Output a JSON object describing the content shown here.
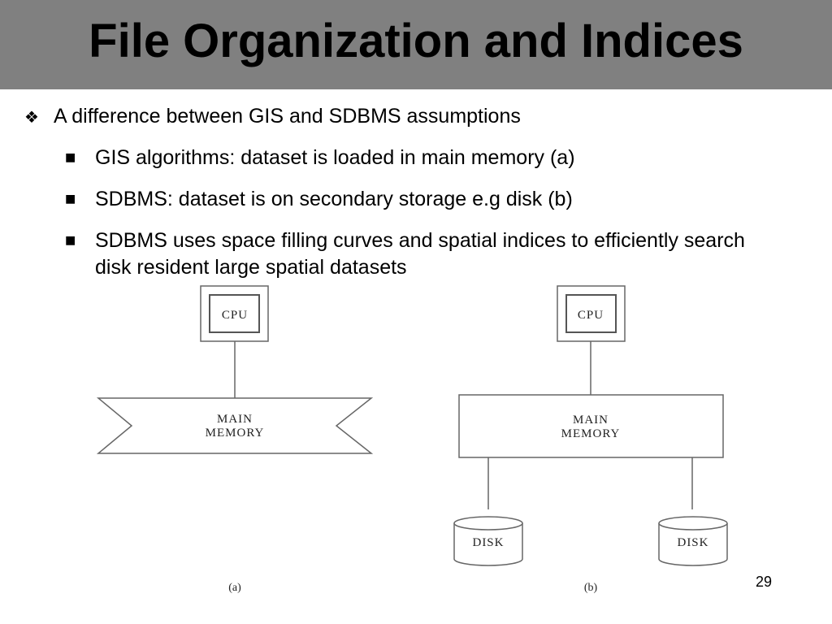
{
  "slide": {
    "title": "File Organization and Indices",
    "page_number": "29"
  },
  "bullets": {
    "main": "A difference between GIS and SDBMS assumptions",
    "sub": [
      "GIS algorithms: dataset is loaded in main memory (a)",
      "SDBMS: dataset is on secondary storage e.g disk (b)",
      "SDBMS uses space filling curves and spatial indices to efficiently search disk resident large spatial datasets"
    ]
  },
  "diagram_a": {
    "cpu": "CPU",
    "memory_line1": "MAIN",
    "memory_line2": "MEMORY",
    "caption": "(a)"
  },
  "diagram_b": {
    "cpu": "CPU",
    "memory_line1": "MAIN",
    "memory_line2": "MEMORY",
    "disk_left": "DISK",
    "disk_right": "DISK",
    "caption": "(b)"
  },
  "colors": {
    "title_bar": "#808080",
    "line": "#555555"
  }
}
